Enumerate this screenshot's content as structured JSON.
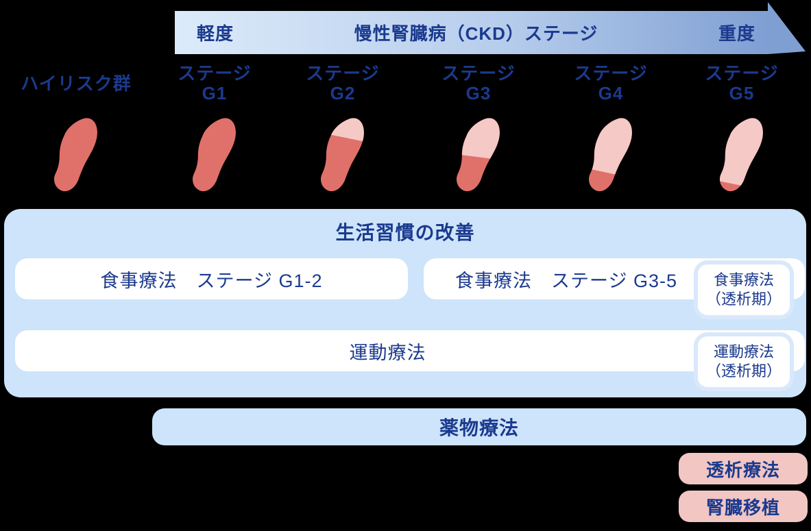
{
  "colors": {
    "background": "#000000",
    "text_blue": "#1b3a8e",
    "banner_light": "#dcebfa",
    "banner_dark": "#7f9fd3",
    "panel_blue": "#cde4fa",
    "panel_pink": "#f1c6c3",
    "kidney_red": "#e0716a",
    "kidney_pink": "#f5c9c6",
    "box_white": "#ffffff"
  },
  "banner": {
    "left_label": "軽度",
    "center_label": "慢性腎臓病（CKD）ステージ",
    "right_label": "重度"
  },
  "columns": [
    {
      "label_line1": "ハイリスク群",
      "label_line2": "",
      "damage_left_pct": 0,
      "damage_right_pct": 0
    },
    {
      "label_line1": "ステージ",
      "label_line2": "G1",
      "damage_left_pct": 0,
      "damage_right_pct": 0
    },
    {
      "label_line1": "ステージ",
      "label_line2": "G2",
      "damage_left_pct": 20,
      "damage_right_pct": 33
    },
    {
      "label_line1": "ステージ",
      "label_line2": "G3",
      "damage_left_pct": 48,
      "damage_right_pct": 56
    },
    {
      "label_line1": "ステージ",
      "label_line2": "G4",
      "damage_left_pct": 66,
      "damage_right_pct": 80
    },
    {
      "label_line1": "ステージ",
      "label_line2": "G5",
      "damage_left_pct": 82,
      "damage_right_pct": 95
    }
  ],
  "lifestyle": {
    "title": "生活習慣の改善",
    "diet_g12": "食事療法　ステージ G1-2",
    "diet_g35": "食事療法　ステージ G3-5",
    "diet_dialysis_line1": "食事療法",
    "diet_dialysis_line2": "（透析期）",
    "exercise": "運動療法",
    "exercise_dialysis_line1": "運動療法",
    "exercise_dialysis_line2": "（透析期）"
  },
  "drug_therapy": "薬物療法",
  "dialysis_therapy": "透析療法",
  "kidney_transplant": "腎臓移植"
}
